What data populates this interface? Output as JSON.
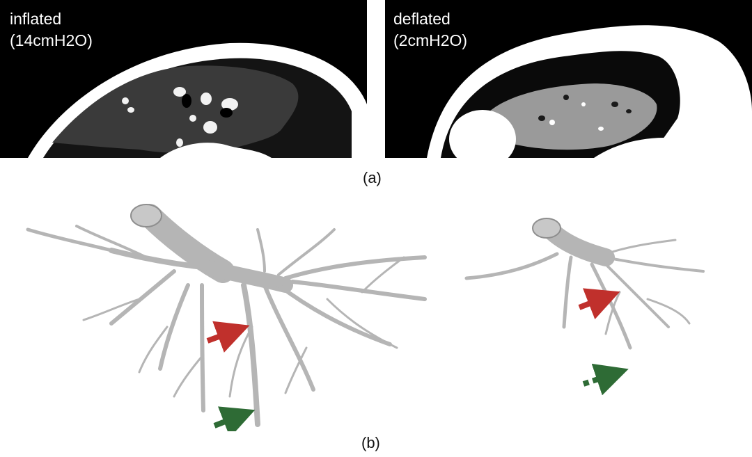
{
  "figure": {
    "panel_a": {
      "left": {
        "line1": "inflated",
        "line2": "(14cmH2O)"
      },
      "right": {
        "line1": "deflated",
        "line2": "(2cmH2O)"
      }
    },
    "sublabels": {
      "a": "(a)",
      "b": "(b)"
    }
  },
  "colors": {
    "ct_background": "#000000",
    "chest_wall": "#ffffff",
    "airway_model": "#b8b8b8",
    "red_arrow": "#c0302c",
    "green_arrow": "#2e6b35"
  },
  "icons": [
    "red-arrow-icon",
    "green-arrow-icon",
    "green-dashed-arrow-icon"
  ]
}
